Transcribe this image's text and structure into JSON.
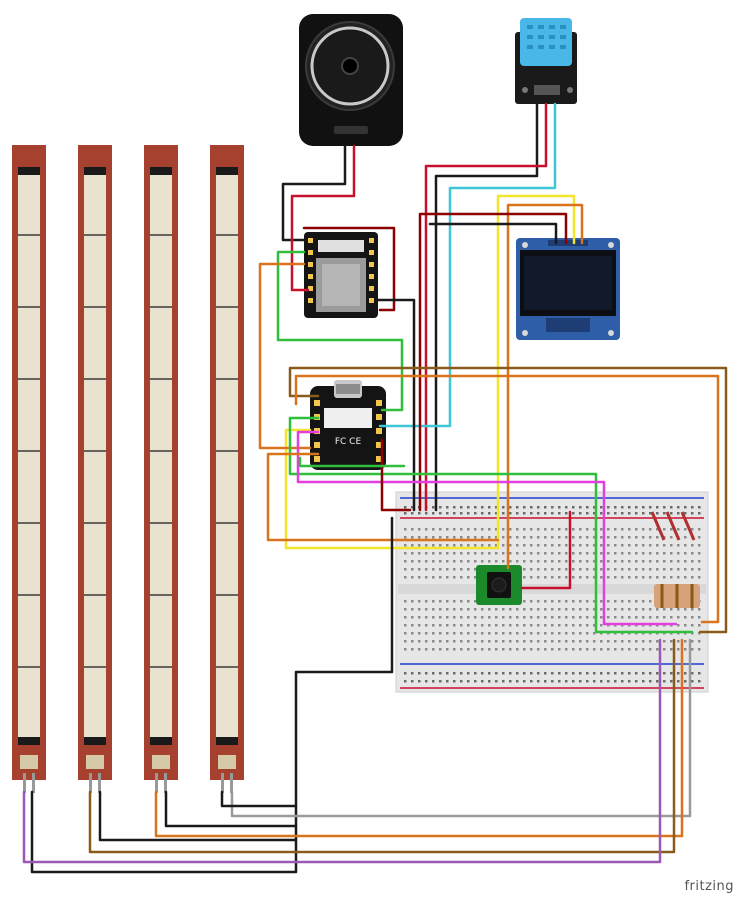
{
  "watermark": "fritzing",
  "components": {
    "flex_sensors": {
      "count": 4
    },
    "speaker": {},
    "mp3_module": {},
    "microcontroller": {
      "text": "FC CE"
    },
    "dht_sensor": {},
    "oled_display": {},
    "breadboard": {},
    "pushbutton": {},
    "resistors": {
      "count": 3
    }
  },
  "wire_colors": {
    "black": "#1a1a1a",
    "red": "#c8102e",
    "dark_red": "#8b0000",
    "green": "#2fbf3a",
    "cyan": "#3fc6d8",
    "yellow": "#f2e52a",
    "orange": "#d9731c",
    "brown": "#8a5a1a",
    "magenta": "#e23ee0",
    "purple": "#9b59b6",
    "gray": "#9a9a9a",
    "blue": "#1f3fcf"
  }
}
